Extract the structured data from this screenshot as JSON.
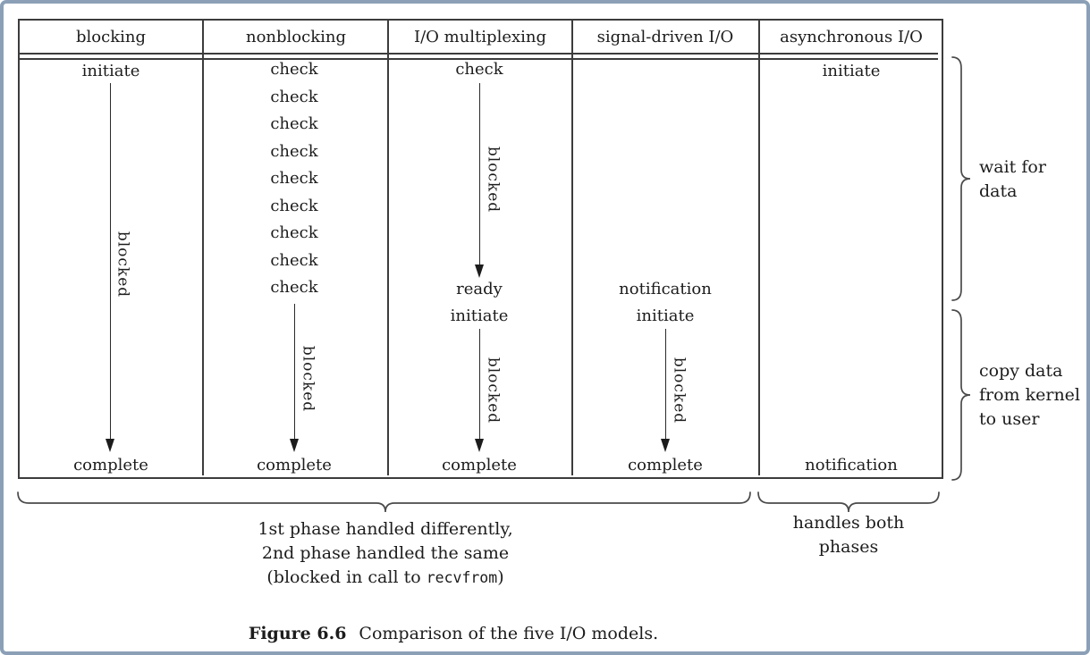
{
  "frame": {
    "border_color": "#8ba0b6"
  },
  "table": {
    "headers": [
      {
        "label": "blocking"
      },
      {
        "label": "nonblocking"
      },
      {
        "label": "I/O multiplexing"
      },
      {
        "label": "signal-driven I/O"
      },
      {
        "label": "asynchronous I/O"
      }
    ]
  },
  "models": {
    "blocking": {
      "start": "initiate",
      "arrow_label": "blocked",
      "end": "complete"
    },
    "nonblocking": {
      "checks": [
        "check",
        "check",
        "check",
        "check",
        "check",
        "check",
        "check",
        "check",
        "check"
      ],
      "arrow_label": "blocked",
      "end": "complete"
    },
    "io_multiplexing": {
      "start": "check",
      "arrow1_label": "blocked",
      "ready": "ready",
      "initiate": "initiate",
      "arrow2_label": "blocked",
      "end": "complete"
    },
    "signal_driven": {
      "notification": "notification",
      "initiate": "initiate",
      "arrow_label": "blocked",
      "end": "complete"
    },
    "asynchronous": {
      "start": "initiate",
      "end": "notification"
    }
  },
  "annotations": {
    "wait_phase": {
      "line1": "wait for",
      "line2": "data"
    },
    "copy_phase": {
      "line1": "copy data",
      "line2": "from kernel",
      "line3": "to user"
    },
    "phases_note": {
      "line1": "1st phase handled differently,",
      "line2": "2nd phase handled the same",
      "line3_prefix": "(blocked in call to ",
      "line3_code": "recvfrom",
      "line3_suffix": ")"
    },
    "async_note": {
      "line1": "handles both",
      "line2": "phases"
    }
  },
  "caption": {
    "label": "Figure 6.6",
    "text": "Comparison of the five I/O models."
  }
}
